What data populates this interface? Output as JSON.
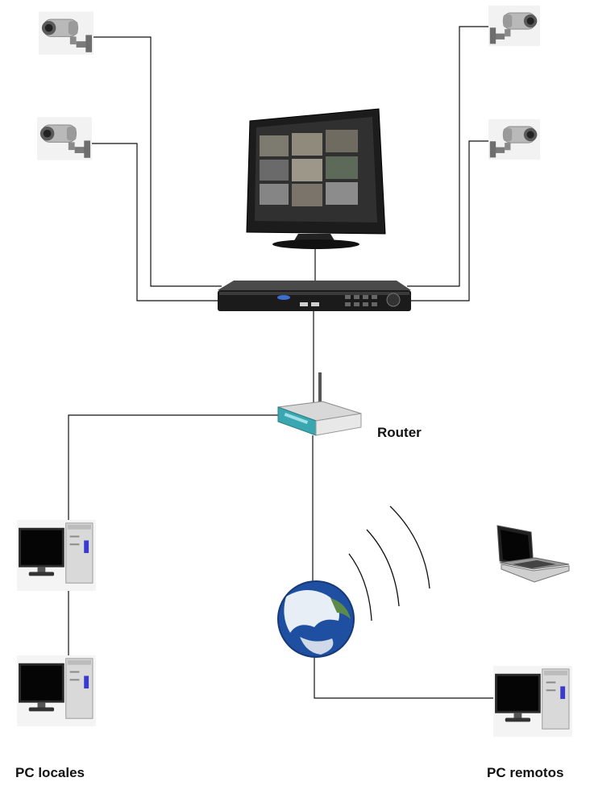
{
  "labels": {
    "router": "Router",
    "local_pcs": "PC locales",
    "remote_pcs": "PC remotos"
  },
  "icons": {
    "cameras": [
      "security-camera-icon",
      "security-camera-icon",
      "security-camera-icon",
      "security-camera-icon"
    ],
    "monitor": "cctv-monitor-icon",
    "recorder": "dvr-recorder-icon",
    "router": "wireless-router-icon",
    "internet": "globe-icon",
    "wireless_signal": "wifi-waves-icon",
    "laptop": "laptop-icon",
    "local_pcs": [
      "desktop-pc-icon",
      "desktop-pc-icon"
    ],
    "remote_pc": "desktop-pc-icon"
  },
  "colors": {
    "wire": "#111111",
    "device_silver": "#c8c8c8",
    "device_dark": "#1a1a1a",
    "router_teal": "#3aa6b0",
    "globe_blue": "#1f4fa0"
  }
}
